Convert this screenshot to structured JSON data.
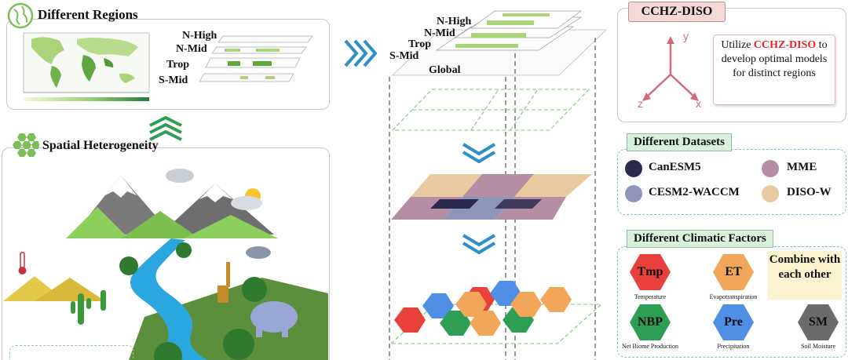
{
  "regions": {
    "title": "Different Regions",
    "bands": [
      "N-High",
      "N-Mid",
      "Trop",
      "S-Mid"
    ]
  },
  "stack": {
    "labels": [
      "N-High",
      "N-Mid",
      "Trop",
      "S-Mid",
      "Global"
    ]
  },
  "spatial": {
    "title": "Spatial Heterogeneity"
  },
  "cchz": {
    "badge": "CCHZ-DISO",
    "axes": {
      "y": "y",
      "z": "z",
      "x": "x"
    },
    "text_before": "Utilize ",
    "text_highlight": "CCHZ-DISO",
    "text_after": " to develop optimal models for distinct regions"
  },
  "datasets": {
    "title": "Different Datasets",
    "items": [
      {
        "name": "CanESM5",
        "color": "#2b2a4e"
      },
      {
        "name": "MME",
        "color": "#b58ea3"
      },
      {
        "name": "CESM2-WACCM",
        "color": "#8e95b9"
      },
      {
        "name": "DISO-W",
        "color": "#e9c9a0"
      }
    ]
  },
  "factors": {
    "title": "Different Climatic Factors",
    "combine": "Combine with each other",
    "items": [
      {
        "abbr": "Tmp",
        "caption": "Temperature",
        "color": "#e8413c"
      },
      {
        "abbr": "ET",
        "caption": "Evapotranspiration",
        "color": "#f2a65a"
      },
      {
        "abbr": "NBP",
        "caption": "Net Biome Production",
        "color": "#2e9e55"
      },
      {
        "abbr": "Pre",
        "caption": "Precipitation",
        "color": "#4f8fe6"
      },
      {
        "abbr": "SM",
        "caption": "Soil Moisture",
        "color": "#6b6b6b"
      }
    ]
  },
  "colors": {
    "accent_red": "#e8252a",
    "green": "#2e9e55",
    "blue_arrow": "#2e8fc9",
    "badge_bg": "#f4d9d9",
    "title_bg": "#d9f0dc"
  }
}
